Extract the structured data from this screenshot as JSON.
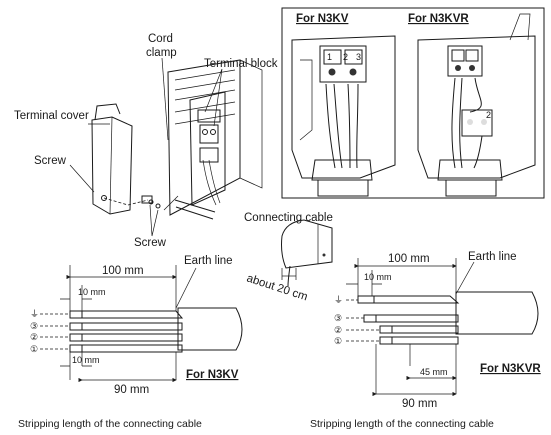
{
  "labels": {
    "terminal_block": "Terminal block",
    "cord_clamp_1": "Cord",
    "cord_clamp_2": "clamp",
    "terminal_cover": "Terminal cover",
    "screw_top": "Screw",
    "screw_bottom": "Screw",
    "connecting_cable": "Connecting cable",
    "about_20cm": "about 20 cm"
  },
  "inset": {
    "left_title": "For N3KV",
    "right_title": "For N3KVR",
    "num_1": "1",
    "num_2": "2",
    "num_3": "3",
    "num_2b": "2"
  },
  "left_cable": {
    "dim_total": "100 mm",
    "dim_earth": "10 mm",
    "dim_inner": "10 mm",
    "dim_bottom": "90 mm",
    "earth_line": "Earth line",
    "model": "For N3KV",
    "caption": "Stripping length of the connecting cable",
    "markers": [
      "⏚",
      "③",
      "②",
      "①"
    ]
  },
  "right_cable": {
    "dim_total": "100 mm",
    "dim_earth": "10 mm",
    "dim_inner": "45 mm",
    "dim_bottom": "90 mm",
    "earth_line": "Earth line",
    "model": "For N3KVR",
    "caption": "Stripping length of the connecting cable",
    "markers": [
      "⏚",
      "③",
      "②",
      "①"
    ]
  }
}
